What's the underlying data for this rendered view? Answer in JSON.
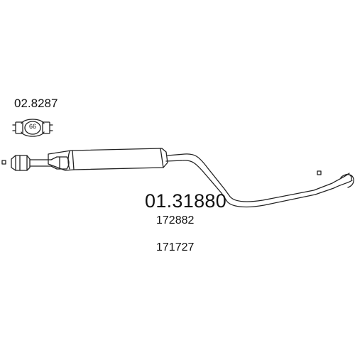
{
  "clamp": {
    "code": "02.8287",
    "size": "66"
  },
  "part": {
    "number": "01.31880",
    "references": [
      "172882",
      "171727"
    ]
  },
  "colors": {
    "line": "#222222",
    "background": "#ffffff"
  }
}
